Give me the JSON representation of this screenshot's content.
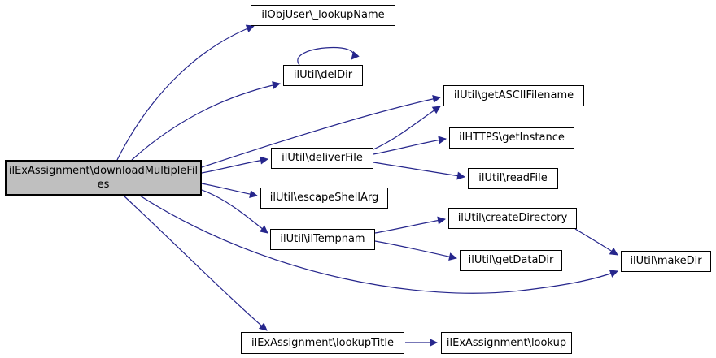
{
  "diagram": {
    "kind": "call-graph",
    "background_color": "#ffffff",
    "edge_color": "#26268c",
    "node_fill_color": "#ffffff",
    "node_border_color": "#000000",
    "highlight_node_fill_color": "#bfbfbf",
    "text_color": "#000000"
  },
  "nodes": {
    "downloadMultipleFiles": {
      "label": "ilExAssignment\\downloadMultipleFiles",
      "highlighted": true
    },
    "lookupName": {
      "label": "ilObjUser\\_lookupName"
    },
    "delDir": {
      "label": "ilUtil\\delDir"
    },
    "getASCIIFilename": {
      "label": "ilUtil\\getASCIIFilename"
    },
    "deliverFile": {
      "label": "ilUtil\\deliverFile"
    },
    "getInstance": {
      "label": "ilHTTPS\\getInstance"
    },
    "readFile": {
      "label": "ilUtil\\readFile"
    },
    "escapeShellArg": {
      "label": "ilUtil\\escapeShellArg"
    },
    "ilTempnam": {
      "label": "ilUtil\\ilTempnam"
    },
    "createDirectory": {
      "label": "ilUtil\\createDirectory"
    },
    "getDataDir": {
      "label": "ilUtil\\getDataDir"
    },
    "makeDir": {
      "label": "ilUtil\\makeDir"
    },
    "lookupTitle": {
      "label": "ilExAssignment\\lookupTitle"
    },
    "lookup": {
      "label": "ilExAssignment\\lookup"
    }
  },
  "edges": [
    {
      "from": "ilExAssignment\\downloadMultipleFiles",
      "to": "ilObjUser\\_lookupName"
    },
    {
      "from": "ilExAssignment\\downloadMultipleFiles",
      "to": "ilUtil\\delDir"
    },
    {
      "from": "ilUtil\\delDir",
      "to": "ilUtil\\delDir"
    },
    {
      "from": "ilExAssignment\\downloadMultipleFiles",
      "to": "ilUtil\\getASCIIFilename"
    },
    {
      "from": "ilExAssignment\\downloadMultipleFiles",
      "to": "ilUtil\\deliverFile"
    },
    {
      "from": "ilUtil\\deliverFile",
      "to": "ilUtil\\getASCIIFilename"
    },
    {
      "from": "ilUtil\\deliverFile",
      "to": "ilHTTPS\\getInstance"
    },
    {
      "from": "ilUtil\\deliverFile",
      "to": "ilUtil\\readFile"
    },
    {
      "from": "ilExAssignment\\downloadMultipleFiles",
      "to": "ilUtil\\escapeShellArg"
    },
    {
      "from": "ilExAssignment\\downloadMultipleFiles",
      "to": "ilUtil\\ilTempnam"
    },
    {
      "from": "ilUtil\\ilTempnam",
      "to": "ilUtil\\createDirectory"
    },
    {
      "from": "ilUtil\\ilTempnam",
      "to": "ilUtil\\getDataDir"
    },
    {
      "from": "ilUtil\\createDirectory",
      "to": "ilUtil\\makeDir"
    },
    {
      "from": "ilExAssignment\\downloadMultipleFiles",
      "to": "ilUtil\\makeDir"
    },
    {
      "from": "ilExAssignment\\downloadMultipleFiles",
      "to": "ilExAssignment\\lookupTitle"
    },
    {
      "from": "ilExAssignment\\lookupTitle",
      "to": "ilExAssignment\\lookup"
    }
  ]
}
